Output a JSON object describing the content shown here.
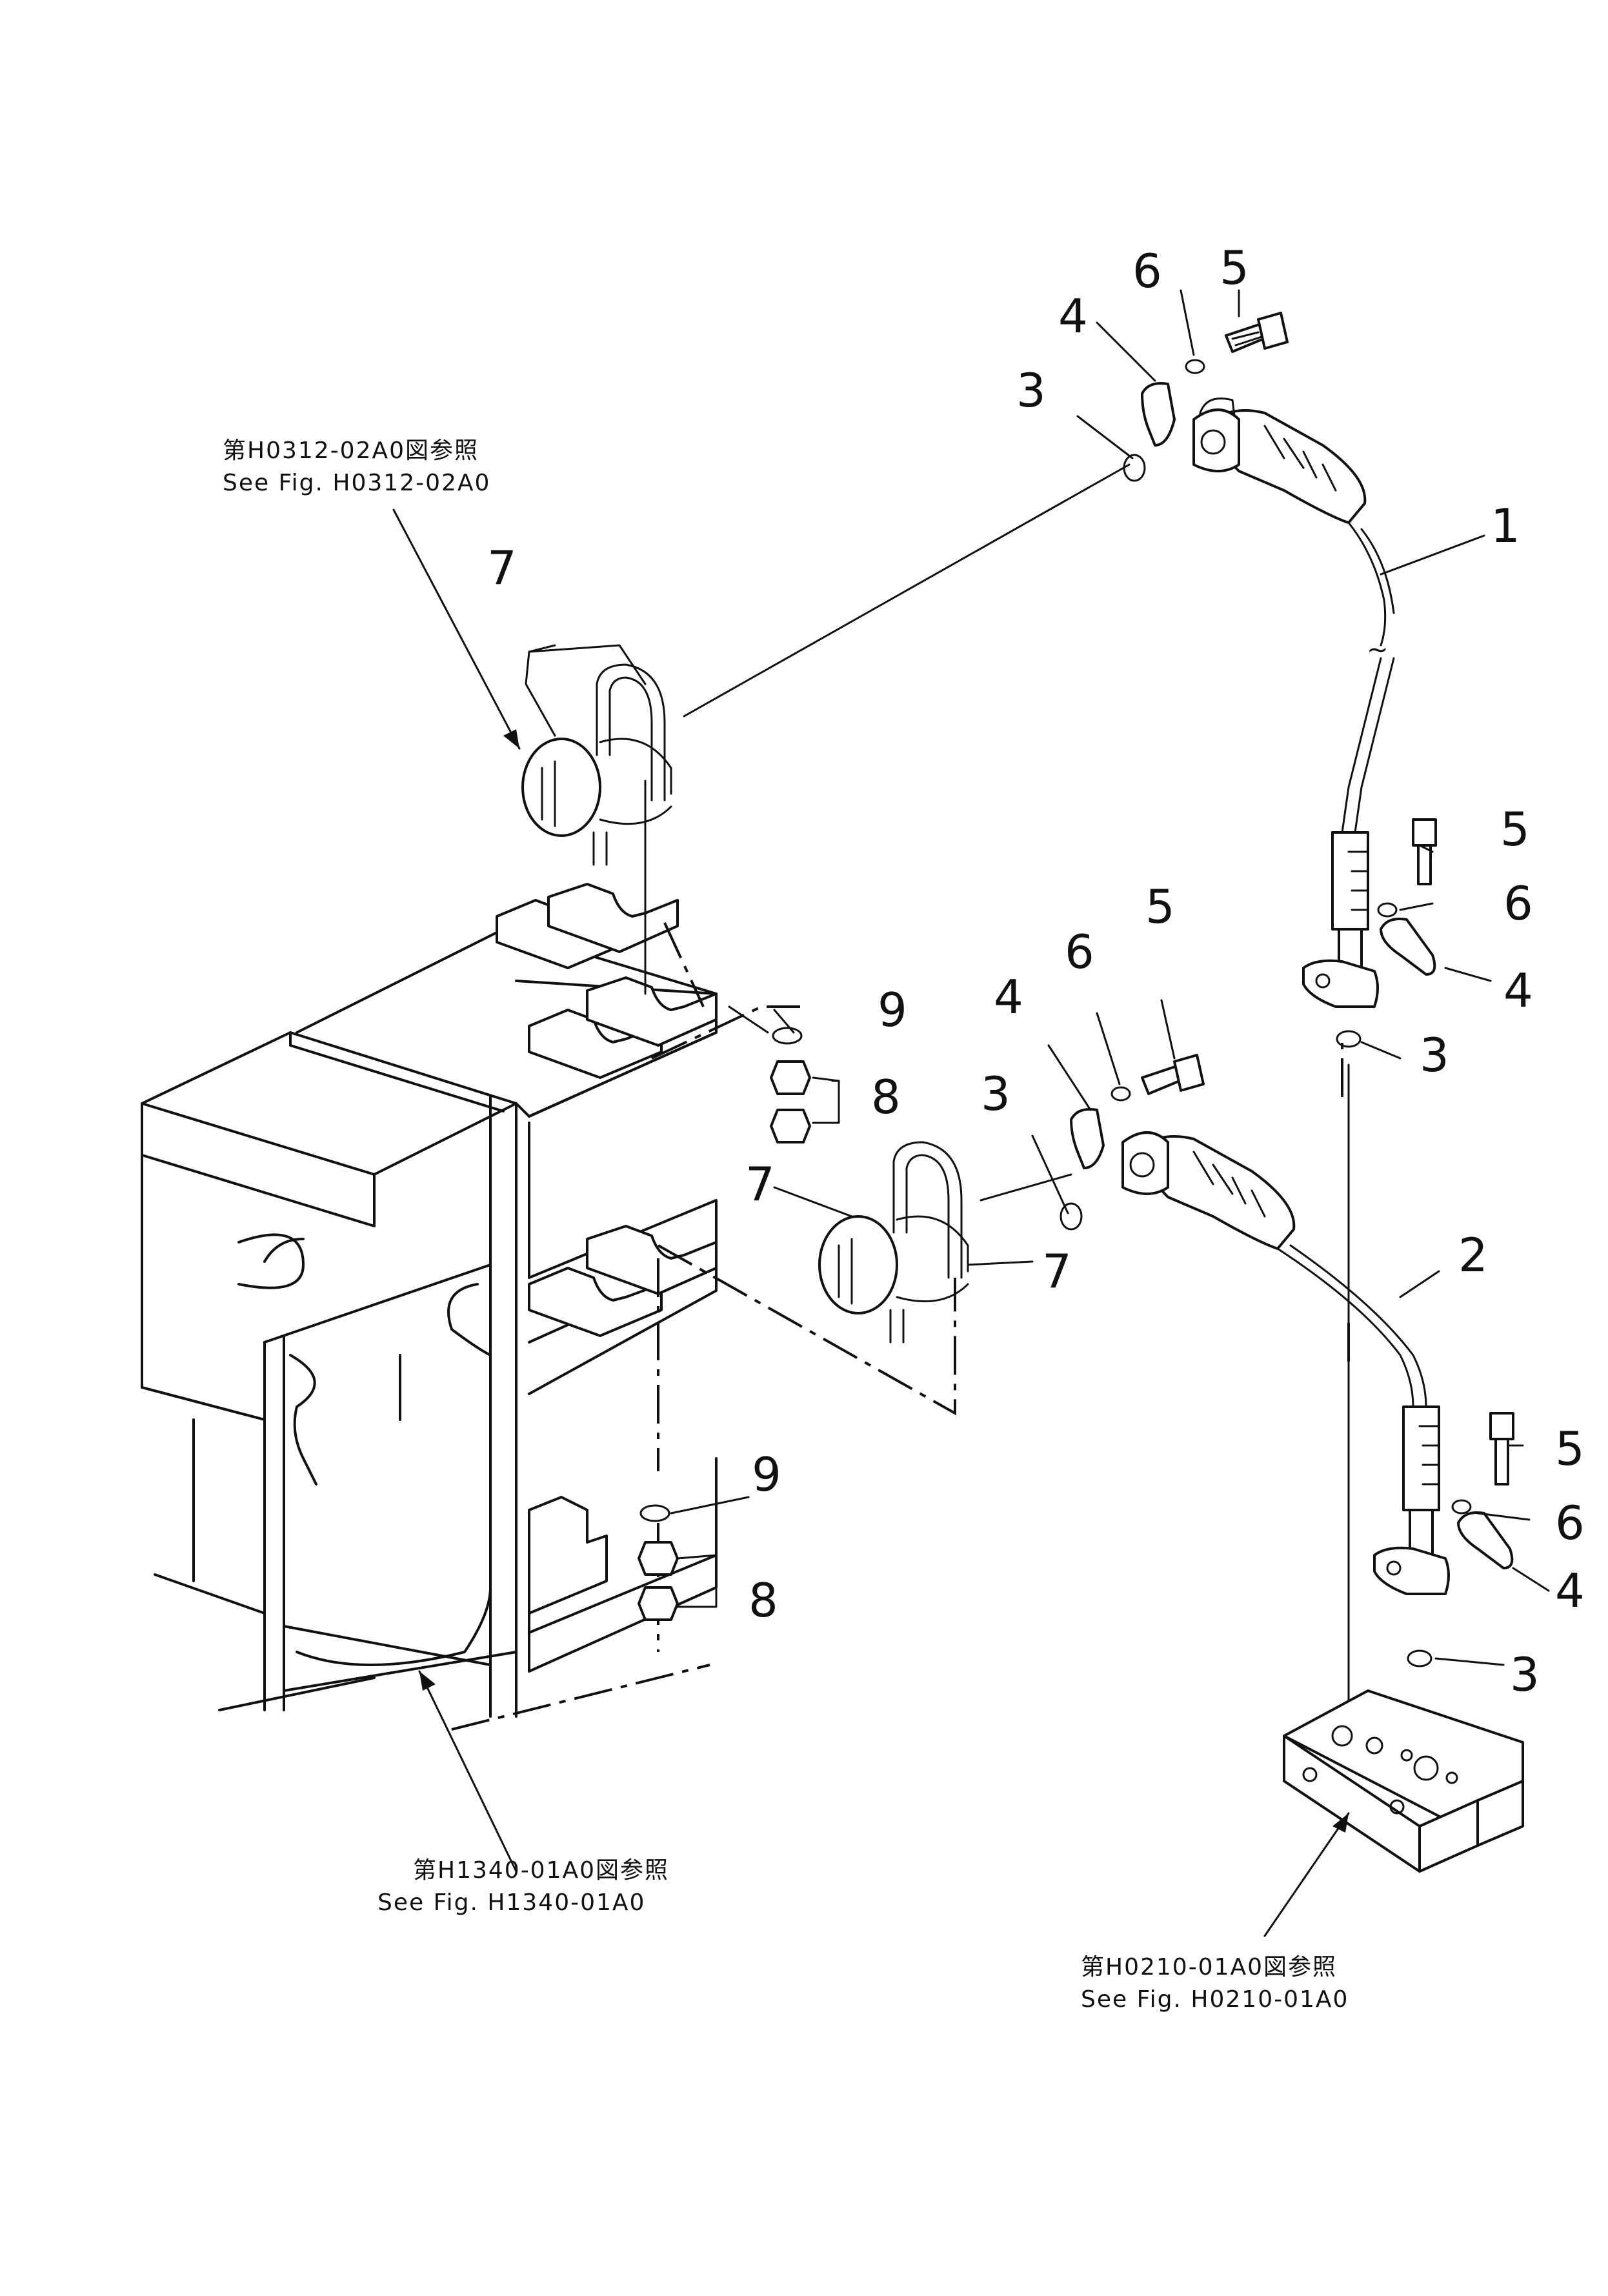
{
  "references": {
    "top_left": {
      "jp": "第H0312-02A0図参照",
      "en": "See Fig. H0312-02A0"
    },
    "bottom_left": {
      "jp": "第H1340-01A0図参照",
      "en": "See Fig. H1340-01A0"
    },
    "bottom_right": {
      "jp": "第H0210-01A0図参照",
      "en": "See Fig. H0210-01A0"
    }
  },
  "callouts": {
    "c1": "1",
    "c2": "2",
    "c3a": "3",
    "c3b": "3",
    "c3c": "3",
    "c3d": "3",
    "c4a": "4",
    "c4b": "4",
    "c4c": "4",
    "c4d": "4",
    "c5a": "5",
    "c5b": "5",
    "c5c": "5",
    "c5d": "5",
    "c6a": "6",
    "c6b": "6",
    "c6c": "6",
    "c6d": "6",
    "c7a": "7",
    "c7b": "7",
    "c7c": "7",
    "c8a": "8",
    "c8b": "8",
    "c9a": "9",
    "c9b": "9"
  },
  "break_mark": "~"
}
